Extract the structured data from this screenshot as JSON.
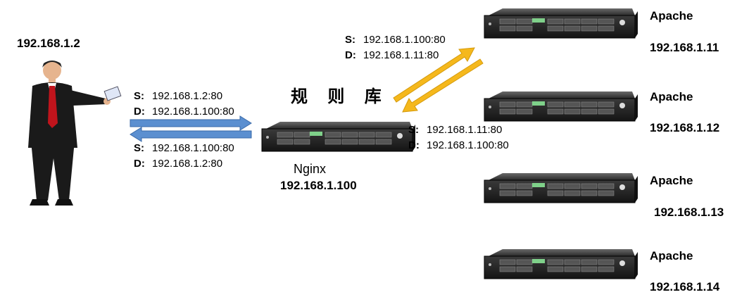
{
  "client": {
    "ip": "192.168.1.2"
  },
  "client_to_nginx": {
    "src": "192.168.1.2:80",
    "dst": "192.168.1.100:80"
  },
  "nginx_to_client": {
    "src": "192.168.1.100:80",
    "dst": "192.168.1.2:80"
  },
  "rules_label": "规 则 库",
  "nginx": {
    "name": "Nginx",
    "ip": "192.168.1.100"
  },
  "nginx_to_backend": {
    "src": "192.168.1.100:80",
    "dst": "192.168.1.11:80"
  },
  "backend_to_nginx": {
    "src": "192.168.1.11:80",
    "dst": "192.168.1.100:80"
  },
  "packet_keys": {
    "s": "S:",
    "d": "D:"
  },
  "backends": [
    {
      "name": "Apache",
      "ip": "192.168.1.11"
    },
    {
      "name": "Apache",
      "ip": "192.168.1.12"
    },
    {
      "name": "Apache",
      "ip": "192.168.1.13"
    },
    {
      "name": "Apache",
      "ip": "192.168.1.14"
    }
  ],
  "colors": {
    "blue_arrow": "#5b8fd0",
    "gold_arrow": "#f5b81c",
    "server_body": "#1e1e1e"
  }
}
